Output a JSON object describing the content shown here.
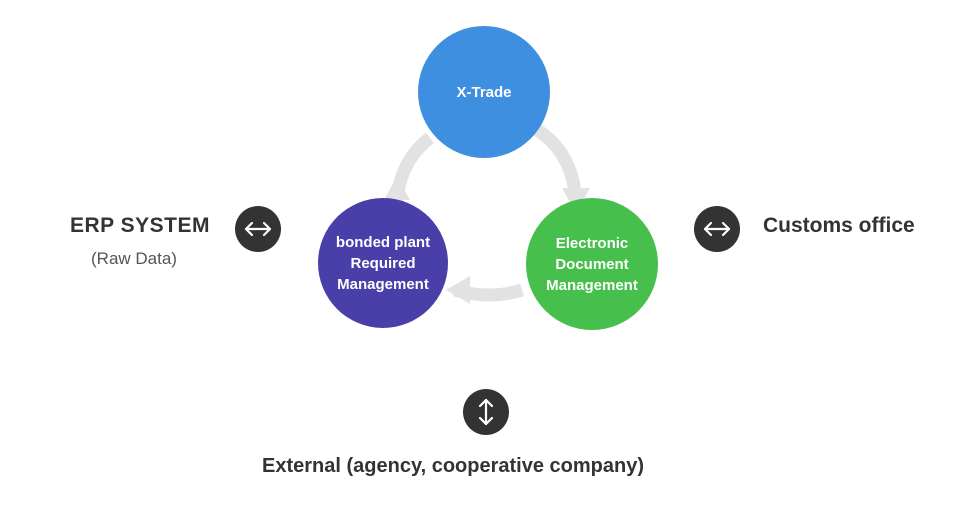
{
  "nodes": {
    "xtrade": {
      "lines": [
        "X-Trade"
      ],
      "color": "#3f8fe0"
    },
    "bonded": {
      "lines": [
        "bonded plant",
        "Required",
        "Management"
      ],
      "color": "#4a3fa8"
    },
    "electronic": {
      "lines": [
        "Electronic",
        "Document",
        "Management"
      ],
      "color": "#47bf4d"
    }
  },
  "left": {
    "title": "ERP SYSTEM",
    "subtitle": "(Raw Data)"
  },
  "right": {
    "title": "Customs office"
  },
  "bottom": {
    "title": "External (agency, cooperative company)"
  },
  "icons": {
    "left": "double-arrow-horizontal-icon",
    "right": "double-arrow-horizontal-icon",
    "bottom": "double-arrow-vertical-icon",
    "cycle": "cycle-arrows-icon"
  },
  "colors": {
    "badge": "#333333",
    "cycle_arrow": "#e2e2e2",
    "text": "#333333"
  }
}
